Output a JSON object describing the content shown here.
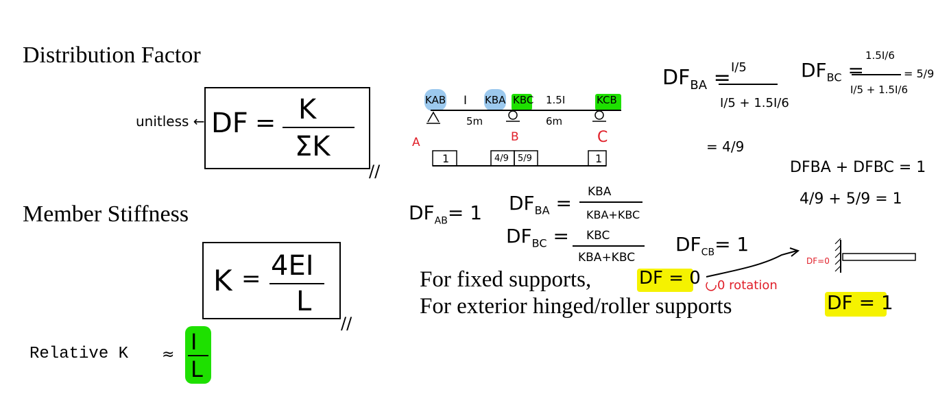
{
  "headings": {
    "distribution_factor": "Distribution Factor",
    "member_stiffness": "Member Stiffness"
  },
  "df_formula": {
    "lhs": "DF",
    "eq": "=",
    "numerator": "K",
    "denominator": "ΣK",
    "note": "unitless"
  },
  "k_formula": {
    "lhs": "K",
    "eq": "=",
    "numerator": "4EI",
    "denominator": "L"
  },
  "relative_k": {
    "label": "Relative K",
    "approx": "≈",
    "numerator": "I",
    "denominator": "L"
  },
  "beam": {
    "k_labels": [
      "KAB",
      "I",
      "KBA",
      "KBC",
      "1.5I",
      "KCB"
    ],
    "spans": [
      "5m",
      "6m"
    ],
    "joints": [
      "A",
      "B",
      "C"
    ],
    "df_cells": [
      "1",
      "4/9",
      "5/9",
      "1"
    ]
  },
  "calcs": {
    "df_ab": "DF",
    "df_ab_sub": "AB",
    "df_ab_val": "= 1",
    "df_ba": "DF",
    "df_ba_sub": "BA",
    "df_ba_num": "KBA",
    "df_ba_den": "KBA+KBC",
    "df_bc": "DF",
    "df_bc_sub": "BC",
    "df_bc_num": "KBC",
    "df_bc_den": "KBA+KBC",
    "df_cb": "DF",
    "df_cb_sub": "CB",
    "df_cb_val": "= 1",
    "df_ba_top": "DF",
    "df_ba_top_sub": "BA",
    "df_ba_top_num": "I/5",
    "df_ba_top_den": "I/5 + 1.5I/6",
    "df_ba_top_result": "= 4/9",
    "df_bc_top": "DF",
    "df_bc_top_sub": "BC",
    "df_bc_top_num": "1.5I/6",
    "df_bc_top_den": "I/5 + 1.5I/6",
    "df_bc_top_result": "= 5/9",
    "sum_line": "DFBA + DFBC = 1",
    "sum_check": "4/9 + 5/9 = 1"
  },
  "rules": {
    "fixed_text": "For fixed supports,",
    "fixed_df": "DF = 0",
    "fixed_note": "0 rotation",
    "hinged_text": "For exterior hinged/roller supports",
    "hinged_df": "DF = 1",
    "wall_label": "DF=0"
  },
  "colors": {
    "yellow_highlight": "#f5f200",
    "green_highlight": "#1ee000",
    "blue_highlight": "#9cc9ee",
    "red_ink": "#e0202a"
  }
}
